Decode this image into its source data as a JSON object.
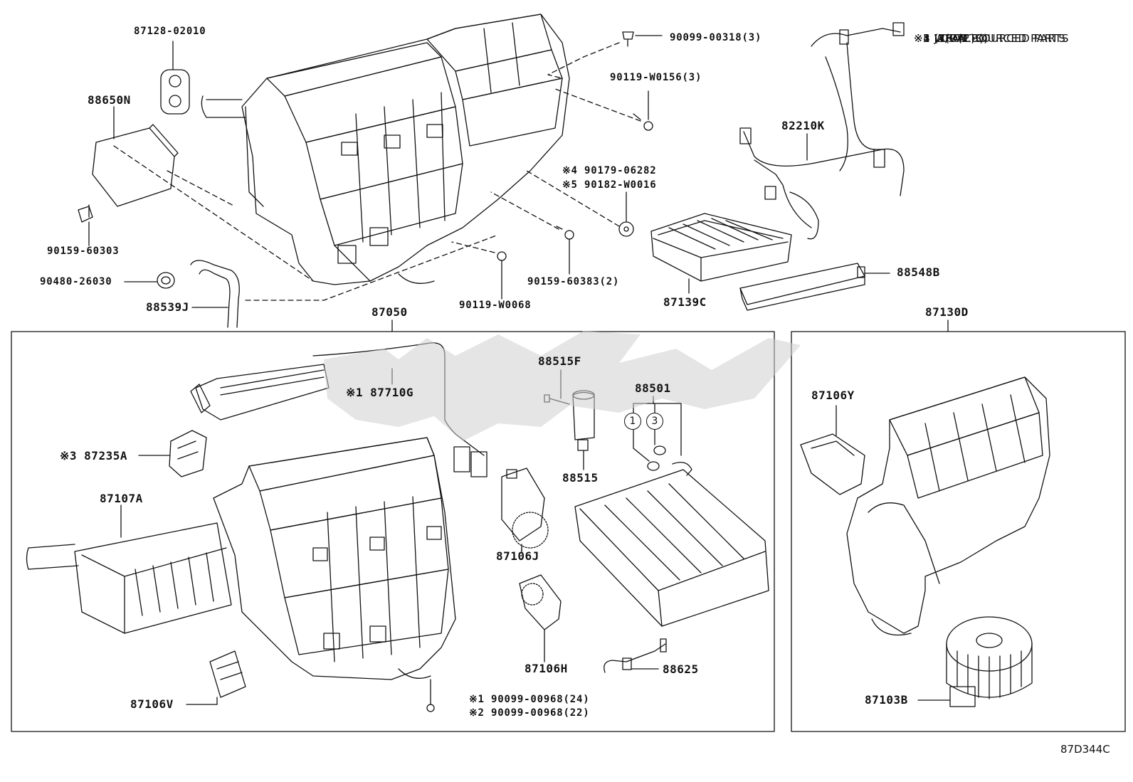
{
  "diagram_ref": "87D344C",
  "notes": [
    "※1 W(PTC)",
    "※2 W/O(PTC)",
    "※3 (1601 -        )",
    "※4 JAPAN SOURCED PARTS",
    "※5 LOCAL SOURCED PARTS"
  ],
  "parts": {
    "p8712802010": "87128-02010",
    "p88650N": "88650N",
    "p9009900318": "90099-00318(3)",
    "p90119W0156": "90119-W0156(3)",
    "p82210K": "82210K",
    "p9017906282": "※4 90179-06282",
    "p90182W0016": "※5 90182-W0016",
    "p9015960303": "90159-60303",
    "p9048026030": "90480-26030",
    "p88539J": "88539J",
    "p9015960383": "90159-60383(2)",
    "p90119W0068": "90119-W0068",
    "p87139C": "87139C",
    "p88548B": "88548B",
    "p87050": "87050",
    "p87130D": "87130D",
    "p88515F": "88515F",
    "p88501": "88501",
    "p87710G": "※1 87710G",
    "p87235A": "※3 87235A",
    "p88515": "88515",
    "p87107A": "87107A",
    "p87106J": "87106J",
    "p87106H": "87106H",
    "p88625": "88625",
    "p87106V": "87106V",
    "p9009900968a": "※1 90099-00968(24)",
    "p9009900968b": "※2 90099-00968(22)",
    "p87106Y": "87106Y",
    "p87103B": "87103B"
  },
  "callouts": {
    "c1": "1",
    "c3": "3"
  }
}
